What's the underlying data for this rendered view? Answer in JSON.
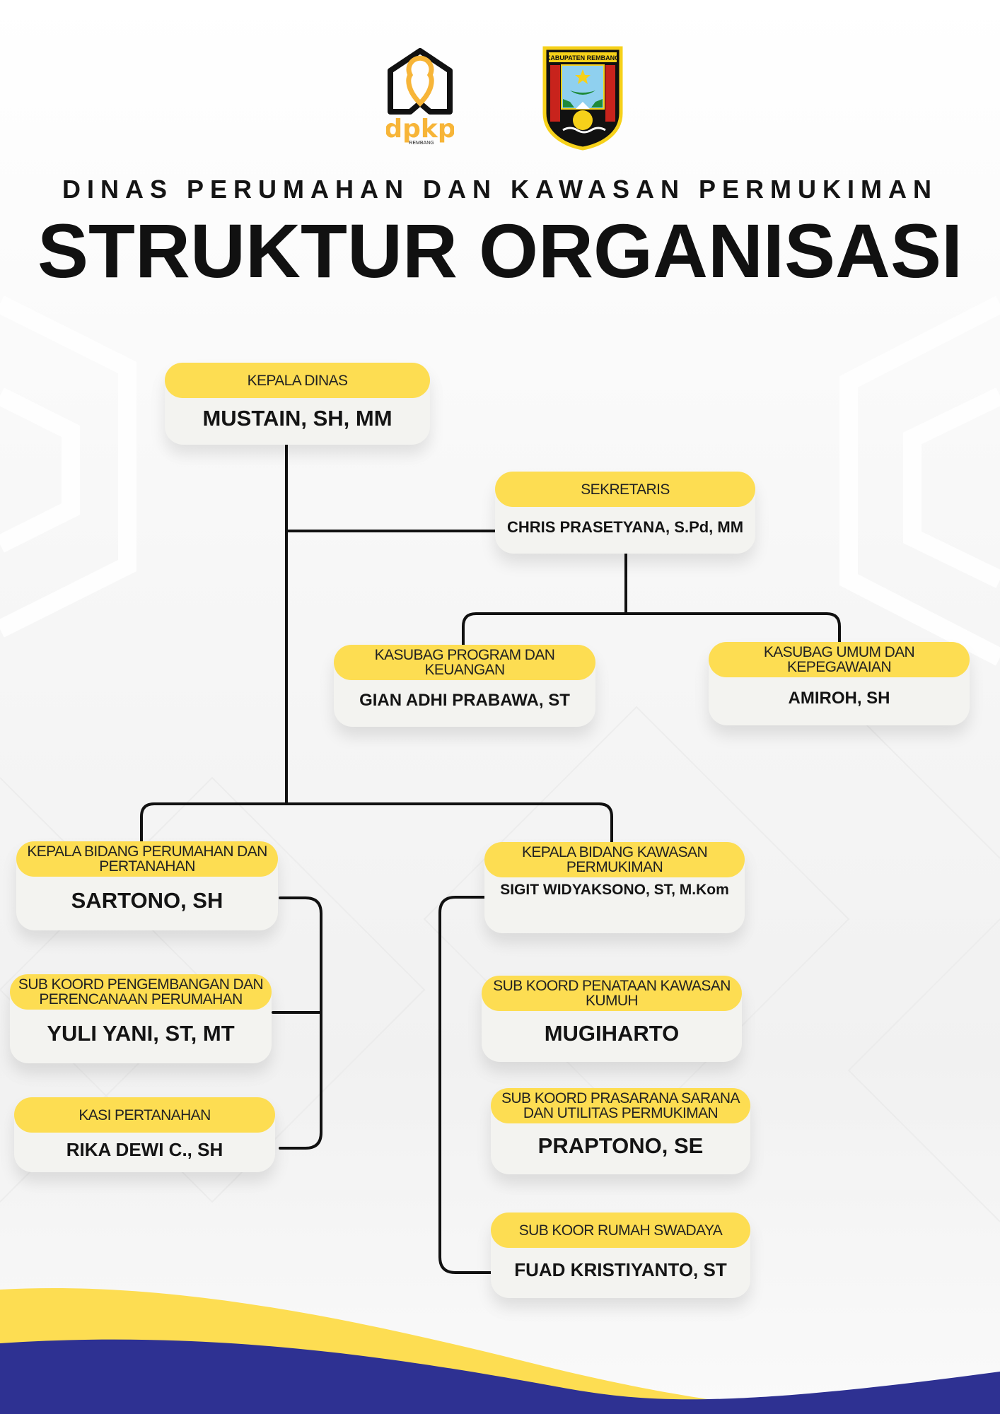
{
  "logos": {
    "dpkp": {
      "text": "dpkp",
      "subtext": "REMBANG"
    },
    "kabupaten": {
      "text": "KABUPATEN REMBANG"
    }
  },
  "header": {
    "subtitle": "DINAS PERUMAHAN DAN KAWASAN PERMUKIMAN",
    "title": "STRUKTUR ORGANISASI"
  },
  "org": {
    "kepala_dinas": {
      "role": "KEPALA DINAS",
      "name": "MUSTAIN, SH, MM"
    },
    "sekretaris": {
      "role": "SEKRETARIS",
      "name": "CHRIS PRASETYANA, S.Pd, MM"
    },
    "kasubag_program": {
      "role": "KASUBAG PROGRAM DAN KEUANGAN",
      "name": "GIAN ADHI PRABAWA, ST"
    },
    "kasubag_umum": {
      "role": "KASUBAG UMUM DAN KEPEGAWAIAN",
      "name": "AMIROH, SH"
    },
    "kabid_perumahan": {
      "role": "KEPALA BIDANG PERUMAHAN DAN PERTANAHAN",
      "name": "SARTONO, SH"
    },
    "subkoord_pengembangan": {
      "role": "SUB KOORD PENGEMBANGAN DAN PERENCANAAN PERUMAHAN",
      "name": "YULI YANI, ST, MT"
    },
    "kasi_pertanahan": {
      "role": "KASI PERTANAHAN",
      "name": "RIKA DEWI C., SH"
    },
    "kabid_kawasan": {
      "role": "KEPALA BIDANG KAWASAN PERMUKIMAN",
      "name": "SIGIT WIDYAKSONO, ST, M.Kom"
    },
    "subkoord_penataan": {
      "role": "SUB KOORD PENATAAN KAWASAN KUMUH",
      "name": "MUGIHARTO"
    },
    "subkoord_prasarana": {
      "role": "SUB KOORD PRASARANA SARANA DAN UTILITAS PERMUKIMAN",
      "name": "PRAPTONO, SE"
    },
    "subkoor_swadaya": {
      "role": "SUB KOOR RUMAH SWADAYA",
      "name": "FUAD KRISTIYANTO, ST"
    }
  },
  "colors": {
    "yellow": "#fddd52",
    "navy": "#2e3192",
    "card": "#f3f3f0"
  }
}
